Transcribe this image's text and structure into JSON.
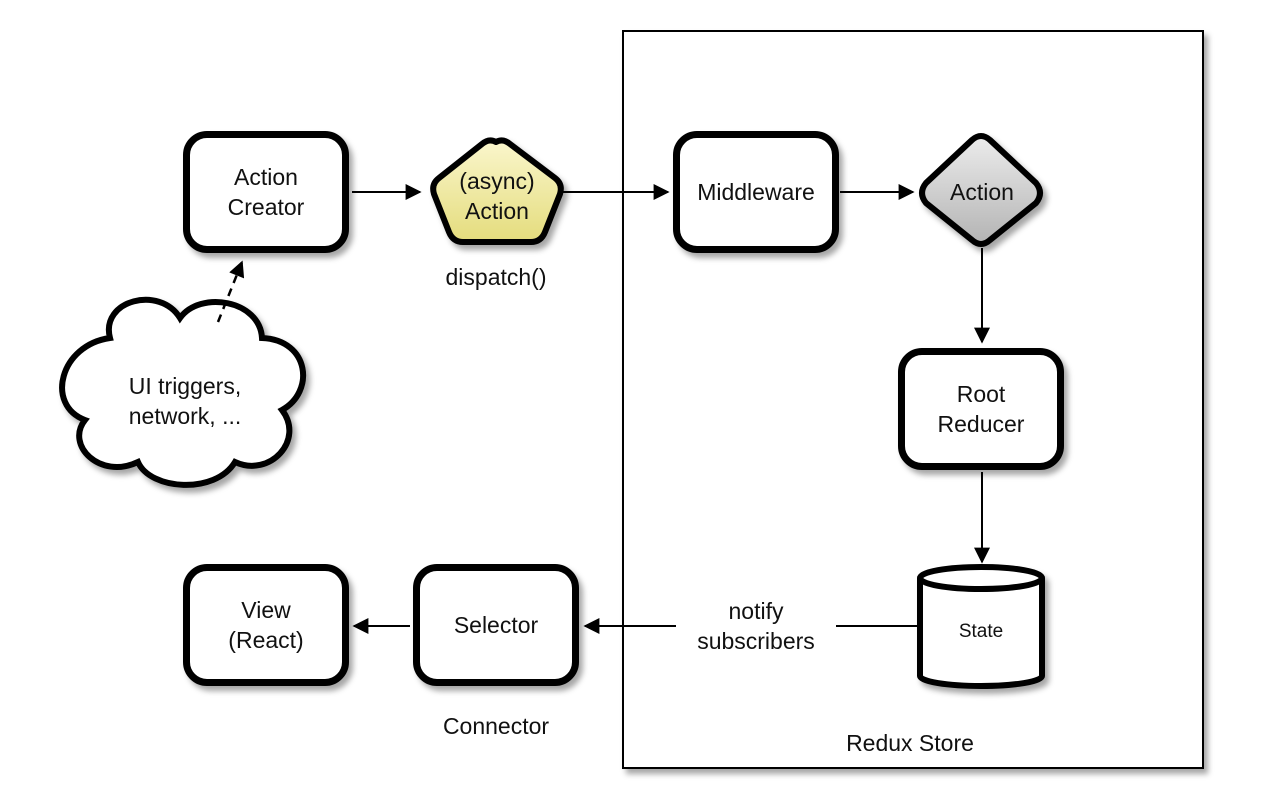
{
  "nodes": {
    "action_creator": "Action\nCreator",
    "async_action": "(async)\nAction",
    "middleware": "Middleware",
    "action": "Action",
    "root_reducer": "Root\nReducer",
    "state": "State",
    "selector": "Selector",
    "view": "View\n(React)",
    "ui_triggers": "UI triggers,\nnetwork, ..."
  },
  "labels": {
    "dispatch": "dispatch()",
    "notify": "notify\nsubscribers",
    "connector": "Connector",
    "store": "Redux Store"
  },
  "colors": {
    "async_action_fill": "#f2eda0",
    "action_fill": "#cfcfcf",
    "stroke": "#000000"
  }
}
